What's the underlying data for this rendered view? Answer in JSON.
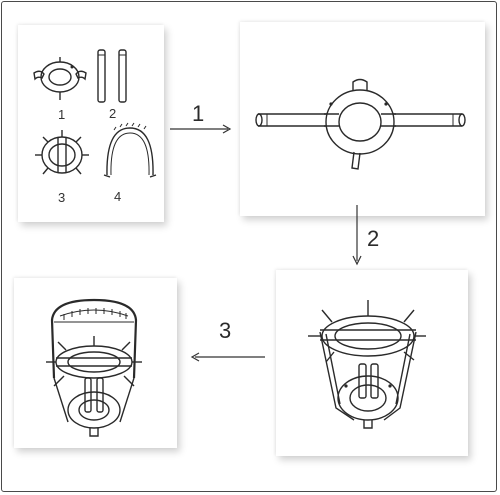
{
  "parts": {
    "labels": [
      "1",
      "2",
      "3",
      "4"
    ]
  },
  "steps": {
    "step1": "1",
    "step2": "2",
    "step3": "3"
  },
  "colors": {
    "line": "#2a2a2a",
    "frame": "#4a4a4a",
    "background": "#ffffff"
  }
}
